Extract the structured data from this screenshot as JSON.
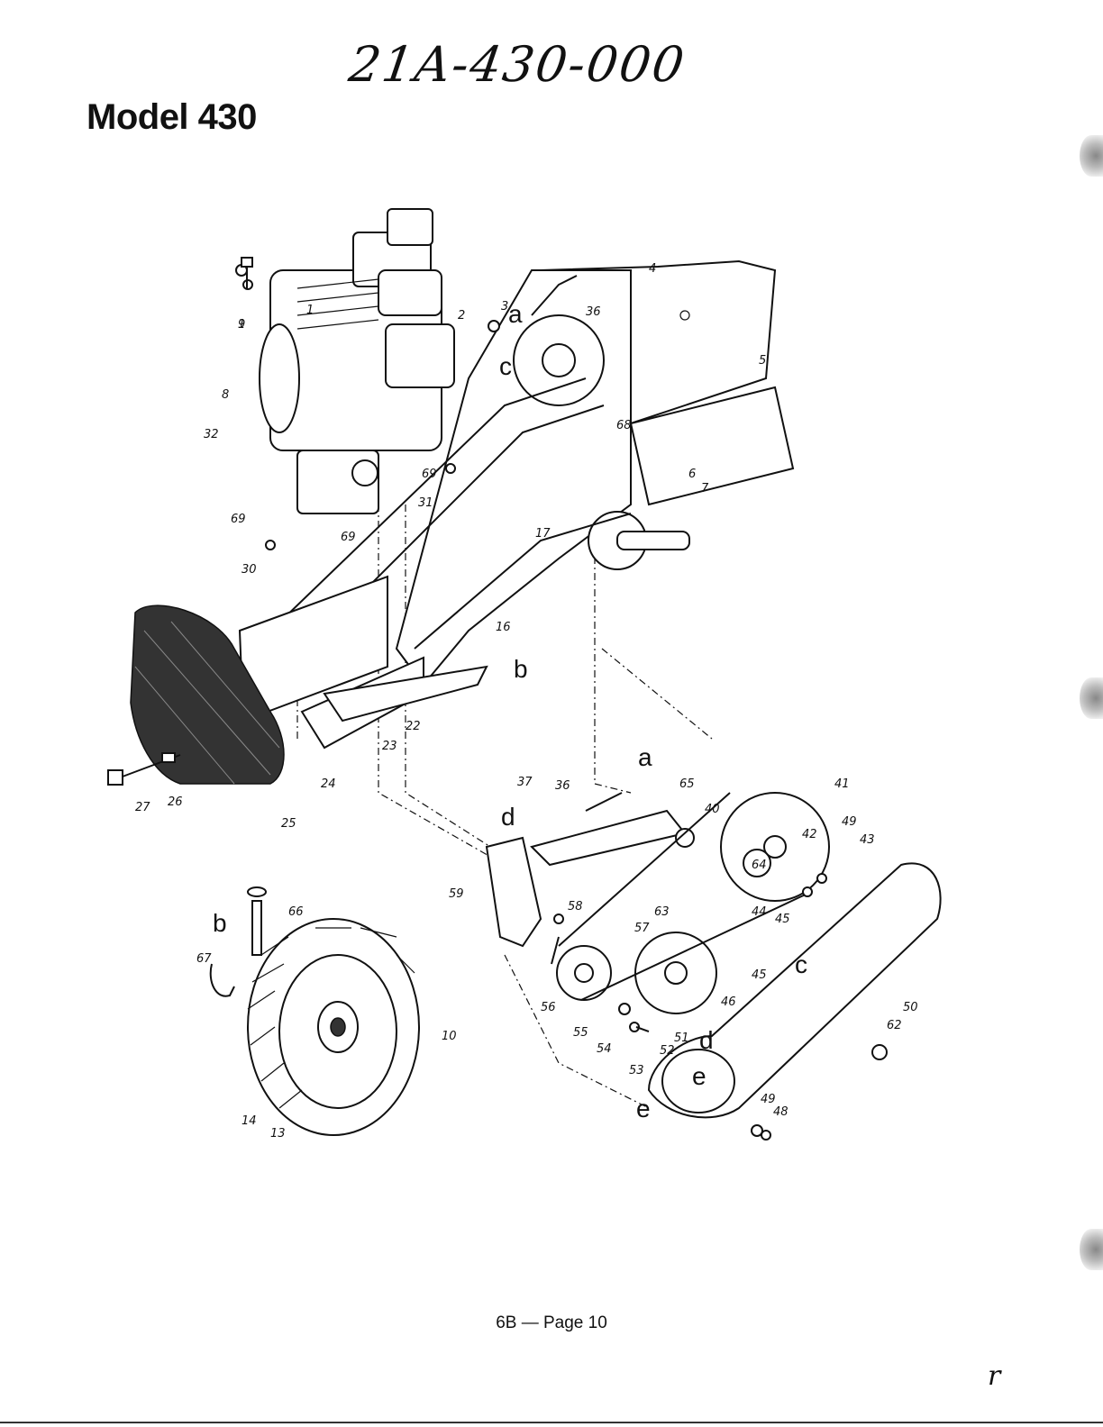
{
  "header": {
    "model_number_handwritten": "21A-430-000",
    "title": "Model 430"
  },
  "callout_letters": [
    "a",
    "b",
    "c",
    "d",
    "e",
    "a",
    "b",
    "c",
    "d",
    "e"
  ],
  "part_numbers": [
    "1",
    "2",
    "3",
    "4",
    "5",
    "6",
    "7",
    "8",
    "9",
    "10",
    "13",
    "14",
    "16",
    "17",
    "22",
    "23",
    "24",
    "25",
    "26",
    "27",
    "30",
    "31",
    "32",
    "36",
    "37",
    "40",
    "41",
    "42",
    "43",
    "44",
    "45",
    "46",
    "48",
    "49",
    "50",
    "51",
    "52",
    "53",
    "54",
    "55",
    "56",
    "57",
    "58",
    "59",
    "62",
    "63",
    "64",
    "65",
    "66",
    "67",
    "68",
    "69"
  ],
  "footer": {
    "page_label": "6B — Page 10"
  },
  "margin_mark": "r"
}
